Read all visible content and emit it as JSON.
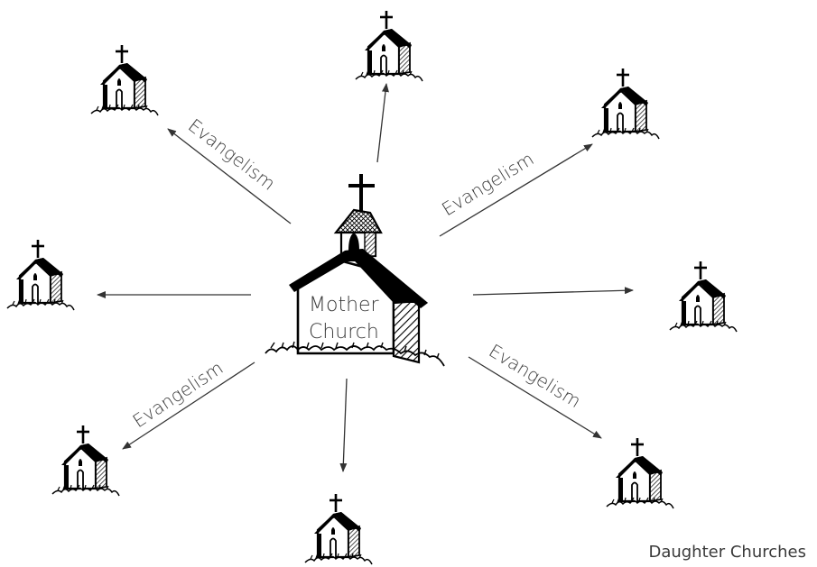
{
  "mother_church": {
    "line1": "Mother",
    "line2": "Church"
  },
  "evangelism_label": "Evangelism",
  "legend": "Daughter Churches"
}
